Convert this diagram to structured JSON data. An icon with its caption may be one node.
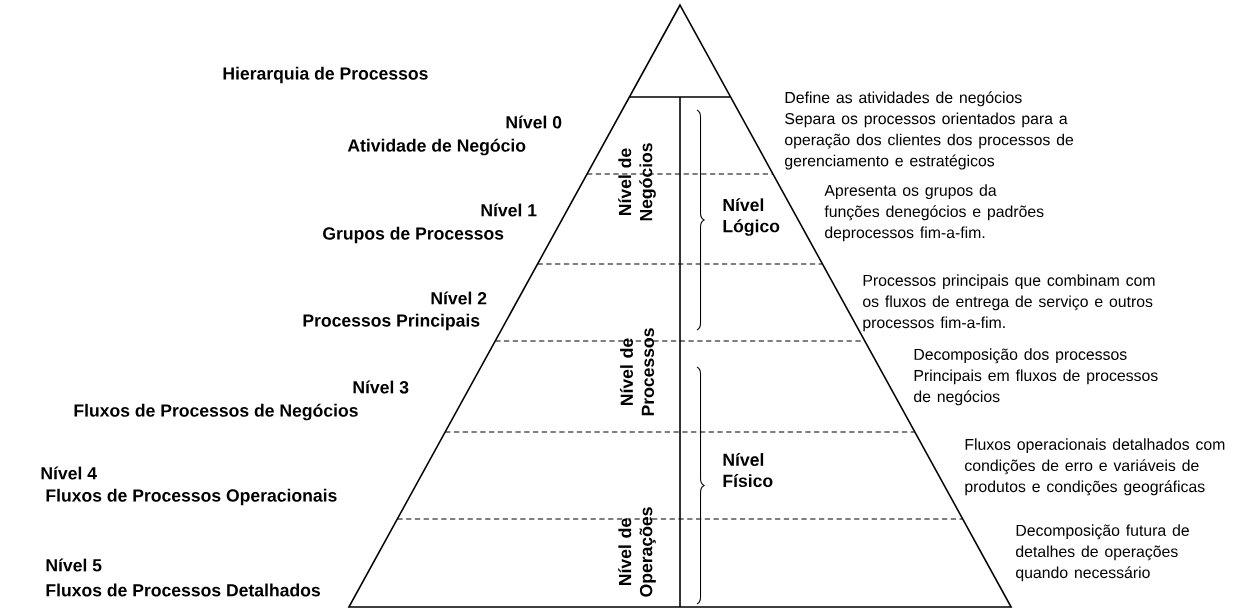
{
  "diagram": {
    "title": "Hierarquia de Processos",
    "labels": [
      "Nível 0",
      "Atividade de Negócio",
      "Define as atividades de negócios Separa os processos orientados para a operação dos clientes dos processos de gerenciamento e estratégicos",
      "Nível de Negócios",
      "Nível Lógico",
      "Nível 1",
      "Grupos de Processos",
      "Apresenta os grupos da funções denegócios e padrões deprocessos fim-a-fim.",
      "Nível 2",
      "Processos Principais",
      "Processos principais que combinam com os fluxos de entrega de serviço e outros processos fim-a-fim.",
      "Nível de Processos",
      "Nível 3",
      "Fluxos de Processos de Negócios",
      "Decomposição dos processos Principais em fluxos de processos de negócios",
      "Nível 4",
      "Fluxos de Processos Operacionais",
      "Nível Físico",
      "Fluxos operacionais detalhados com condições de erro e variáveis de produtos e condições geográficas",
      "Nível de Operações",
      "Nível 5",
      "Fluxos de Processos Detalhados",
      "Decomposição futura de detalhes de operações quando necessário"
    ]
  }
}
